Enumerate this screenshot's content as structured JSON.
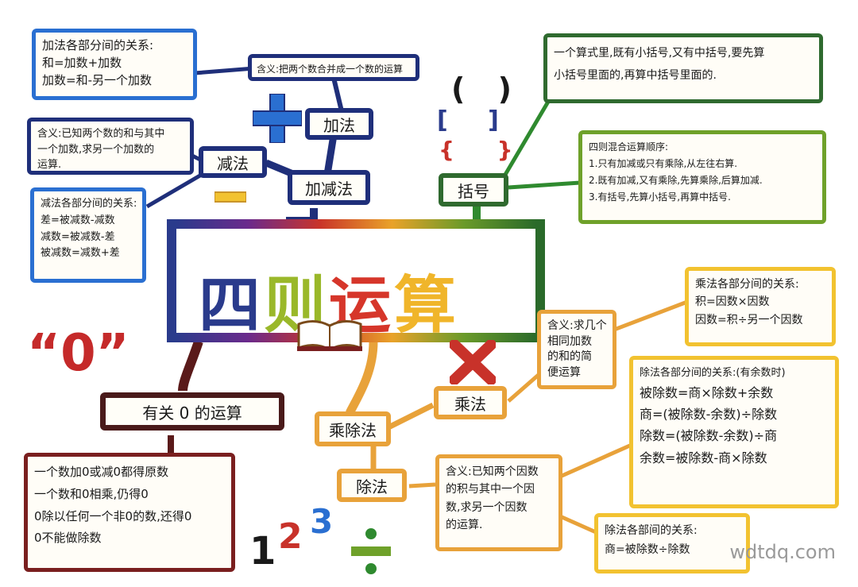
{
  "title": {
    "chars": [
      "四",
      "则",
      "运",
      "算"
    ]
  },
  "nodes": {
    "addsub": "加减法",
    "add": "加法",
    "sub": "减法",
    "bracket": "括号",
    "muldiv": "乘除法",
    "mul": "乘法",
    "div": "除法",
    "zero": "有关 0 的运算"
  },
  "boxes": {
    "add_relation": [
      "加法各部分间的关系:",
      "和=加数+加数",
      "加数=和-另一个加数"
    ],
    "add_meaning": [
      "含义:把两个数合并成一个数的运算"
    ],
    "sub_meaning": [
      "含义:已知两个数的和与其中",
      "一个加数,求另一个加数的",
      "运算."
    ],
    "sub_relation": [
      "减法各部分间的关系:",
      "差=被减数-减数",
      "减数=被减数-差",
      "被减数=减数+差"
    ],
    "bracket_rule": [
      "一个算式里,既有小括号,又有中括号,要先算",
      "小括号里面的,再算中括号里面的."
    ],
    "mixed_order": [
      "四则混合运算顺序:",
      "1.只有加减或只有乘除,从左往右算.",
      "2.既有加减,又有乘除,先算乘除,后算加减.",
      "3.有括号,先算小括号,再算中括号."
    ],
    "mul_relation": [
      "乘法各部分间的关系:",
      "积=因数×因数",
      "因数=积÷另一个因数"
    ],
    "mul_meaning": [
      "含义:求几个",
      "相同加数",
      "的和的简",
      "便运算"
    ],
    "div_relation_rem": [
      "除法各部分间的关系:(有余数时)",
      "被除数=商×除数+余数",
      "商=(被除数-余数)÷除数",
      "除数=(被除数-余数)÷商",
      "余数=被除数-商×除数"
    ],
    "div_meaning": [
      "含义:已知两个因数",
      "的积与其中一个因",
      "数,求另一个因数",
      "的运算."
    ],
    "div_relation": [
      "除法各部间的关系:",
      "商=被除数÷除数"
    ],
    "zero_rules": [
      "一个数加0或减0都得原数",
      "一个数和0相乘,仍得0",
      "0除以任何一个非0的数,还得0",
      "0不能做除数"
    ]
  },
  "decorations": {
    "zero_quote": "“0”",
    "brackets": [
      "( )",
      "[ ]",
      "{ }"
    ],
    "numbers": [
      "1",
      "2",
      "3"
    ]
  },
  "watermark": "wdtdq.com",
  "colors": {
    "blue": "#2a6fd1",
    "navy": "#1f2f7a",
    "green": "#2f8a2f",
    "olive": "#6fa12a",
    "orange": "#e8a23a",
    "yellow": "#f2c230",
    "red": "#c8322a",
    "darkred": "#7a1f1f"
  }
}
